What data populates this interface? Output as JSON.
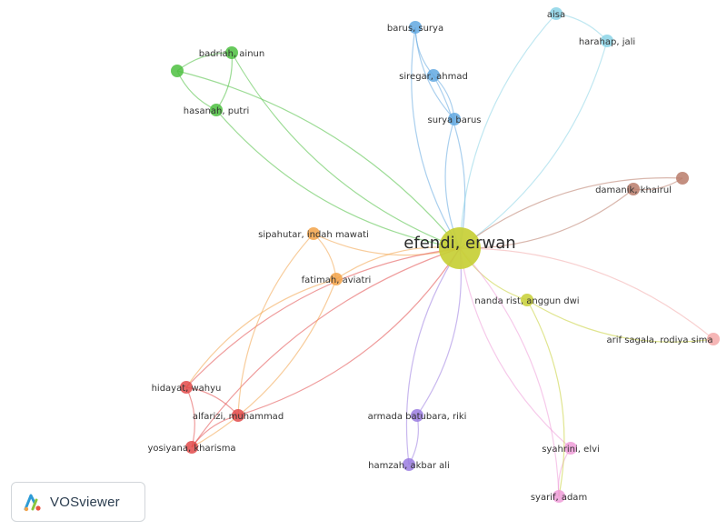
{
  "app": {
    "name": "VOSviewer",
    "logo_icon": "vosviewer-logo-icon"
  },
  "network": {
    "colors": {
      "yellow": "#c7cf35",
      "green": "#4cc03f",
      "blue": "#62a8e0",
      "cyan": "#8bd3e6",
      "orange": "#f2a248",
      "red": "#e24a4a",
      "purple": "#9a7be0",
      "pink": "#ef9cd8",
      "brown": "#b97b6a",
      "salmon": "#f3a9a9"
    },
    "nodes": [
      {
        "id": "efendi",
        "label": "efendi, erwan",
        "cluster": "yellow",
        "weight": 5,
        "main": true
      },
      {
        "id": "badriah",
        "label": "badriah, ainun",
        "cluster": "green",
        "weight": 1
      },
      {
        "id": "greenx",
        "label": "",
        "cluster": "green",
        "weight": 1
      },
      {
        "id": "hasanah",
        "label": "hasanah, putri",
        "cluster": "green",
        "weight": 1
      },
      {
        "id": "barus",
        "label": "barus, surya",
        "cluster": "blue",
        "weight": 1
      },
      {
        "id": "siregar",
        "label": "siregar, ahmad",
        "cluster": "blue",
        "weight": 1
      },
      {
        "id": "suryabarus",
        "label": "surya barus",
        "cluster": "blue",
        "weight": 1
      },
      {
        "id": "aisa",
        "label": "aisa",
        "cluster": "cyan",
        "weight": 1
      },
      {
        "id": "harahap",
        "label": "harahap, jali",
        "cluster": "cyan",
        "weight": 1
      },
      {
        "id": "damanik",
        "label": "damanik, khairul",
        "cluster": "brown",
        "weight": 1
      },
      {
        "id": "brownx",
        "label": "",
        "cluster": "brown",
        "weight": 1
      },
      {
        "id": "sipahutar",
        "label": "sipahutar, indah mawati",
        "cluster": "orange",
        "weight": 1
      },
      {
        "id": "fatimah",
        "label": "fatimah, aviatri",
        "cluster": "orange",
        "weight": 1
      },
      {
        "id": "nanda",
        "label": "nanda rist, anggun dwi",
        "cluster": "yellow",
        "weight": 1
      },
      {
        "id": "arif",
        "label": "arif sagala, rodiya sima",
        "cluster": "salmon",
        "weight": 1
      },
      {
        "id": "hidayat",
        "label": "hidayat, wahyu",
        "cluster": "red",
        "weight": 1
      },
      {
        "id": "alfarizi",
        "label": "alfarizi, muhammad",
        "cluster": "red",
        "weight": 1
      },
      {
        "id": "yosiyana",
        "label": "yosiyana, kharisma",
        "cluster": "red",
        "weight": 1
      },
      {
        "id": "armada",
        "label": "armada batubara, riki",
        "cluster": "purple",
        "weight": 1
      },
      {
        "id": "hamzah",
        "label": "hamzah, akbar ali",
        "cluster": "purple",
        "weight": 1
      },
      {
        "id": "syahrini",
        "label": "syahrini, elvi",
        "cluster": "pink",
        "weight": 1
      },
      {
        "id": "syarif",
        "label": "syarif, adam",
        "cluster": "pink",
        "weight": 1
      }
    ],
    "links": [
      [
        "efendi",
        "badriah"
      ],
      [
        "efendi",
        "greenx"
      ],
      [
        "efendi",
        "hasanah"
      ],
      [
        "badriah",
        "greenx"
      ],
      [
        "badriah",
        "hasanah"
      ],
      [
        "greenx",
        "hasanah"
      ],
      [
        "efendi",
        "barus"
      ],
      [
        "efendi",
        "siregar"
      ],
      [
        "efendi",
        "suryabarus"
      ],
      [
        "barus",
        "siregar"
      ],
      [
        "siregar",
        "suryabarus"
      ],
      [
        "barus",
        "suryabarus"
      ],
      [
        "efendi",
        "aisa"
      ],
      [
        "efendi",
        "harahap"
      ],
      [
        "aisa",
        "harahap"
      ],
      [
        "efendi",
        "damanik"
      ],
      [
        "efendi",
        "brownx"
      ],
      [
        "damanik",
        "brownx"
      ],
      [
        "efendi",
        "sipahutar"
      ],
      [
        "efendi",
        "fatimah"
      ],
      [
        "sipahutar",
        "fatimah"
      ],
      [
        "efendi",
        "nanda"
      ],
      [
        "efendi",
        "arif"
      ],
      [
        "efendi",
        "hidayat"
      ],
      [
        "efendi",
        "alfarizi"
      ],
      [
        "efendi",
        "yosiyana"
      ],
      [
        "hidayat",
        "alfarizi"
      ],
      [
        "alfarizi",
        "yosiyana"
      ],
      [
        "hidayat",
        "yosiyana"
      ],
      [
        "fatimah",
        "hidayat"
      ],
      [
        "fatimah",
        "yosiyana"
      ],
      [
        "sipahutar",
        "alfarizi"
      ],
      [
        "efendi",
        "armada"
      ],
      [
        "efendi",
        "hamzah"
      ],
      [
        "armada",
        "hamzah"
      ],
      [
        "efendi",
        "syahrini"
      ],
      [
        "efendi",
        "syarif"
      ],
      [
        "syahrini",
        "syarif"
      ],
      [
        "nanda",
        "syarif"
      ],
      [
        "nanda",
        "arif"
      ]
    ]
  }
}
